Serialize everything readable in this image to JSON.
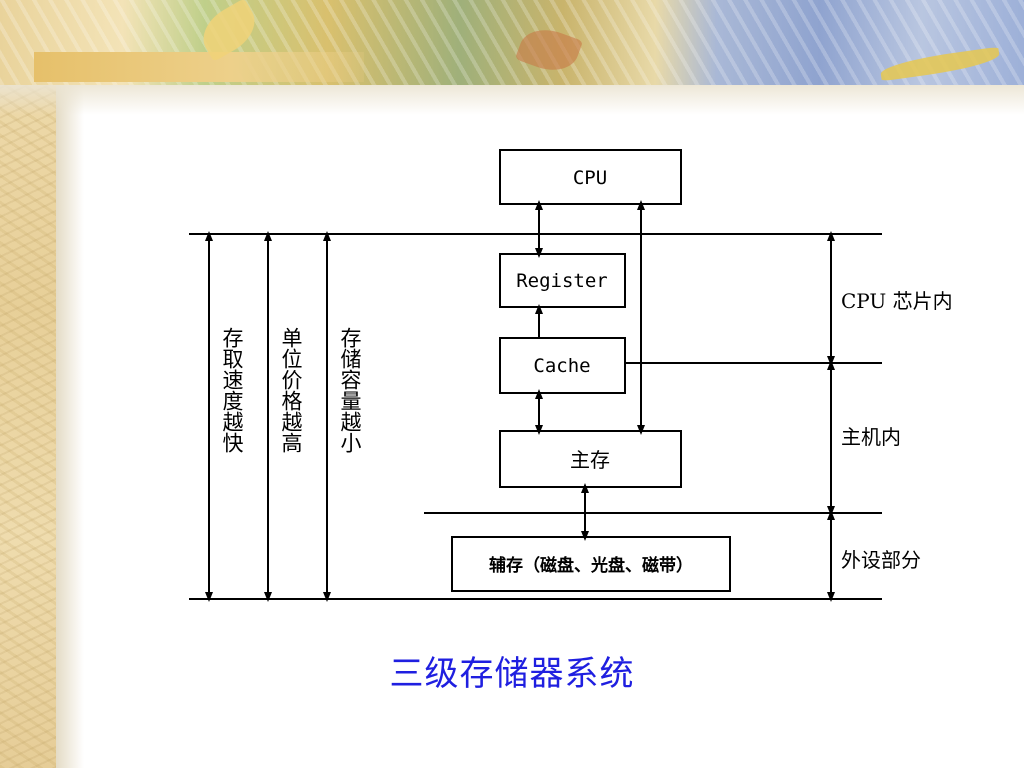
{
  "slide": {
    "caption": "三级存储器系统",
    "colors": {
      "caption": "#1f1fe0",
      "line": "#000000"
    }
  },
  "diagram": {
    "nodes": {
      "cpu": "CPU",
      "register": "Register",
      "cache": "Cache",
      "main_memory": "主存",
      "auxiliary": "辅存（磁盘、光盘、磁带）"
    },
    "trends": {
      "speed": "存取速度越快",
      "price": "单位价格越高",
      "capacity": "存储容量越小"
    },
    "regions": {
      "on_chip": "CPU 芯片内",
      "in_host": "主机内",
      "peripheral": "外设部分"
    }
  }
}
